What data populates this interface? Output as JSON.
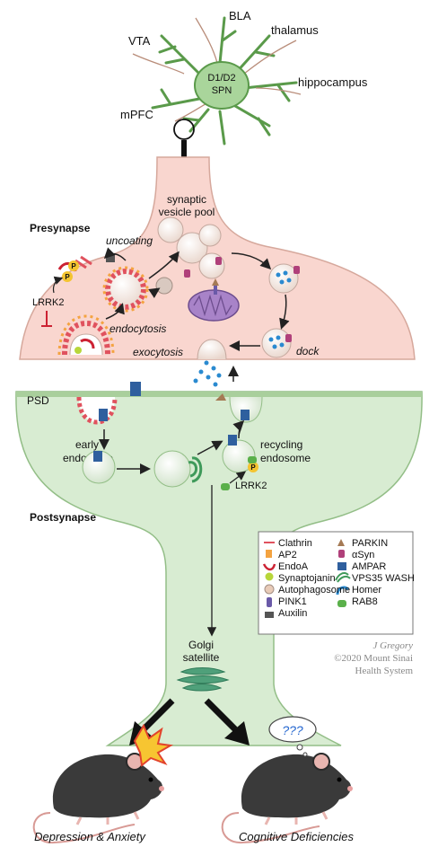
{
  "neuron": {
    "cell_label_line1": "D1/D2",
    "cell_label_line2": "SPN",
    "inputs": [
      "VTA",
      "BLA",
      "thalamus",
      "hippocampus",
      "mPFC"
    ]
  },
  "presynapse": {
    "title": "Presynapse",
    "vesicle_pool_line1": "synaptic",
    "vesicle_pool_line2": "vesicle pool",
    "uncoating": "uncoating",
    "endocytosis": "endocytosis",
    "exocytosis": "exocytosis",
    "dock": "dock",
    "lrrk2": "LRRK2",
    "phospho": "P"
  },
  "postsynapse": {
    "title": "Postsynapse",
    "psd": "PSD",
    "early_endosome_line1": "early",
    "early_endosome_line2": "endosome",
    "recycling_line1": "recycling",
    "recycling_line2": "endosome",
    "lrrk2": "LRRK2",
    "phospho": "P",
    "golgi_line1": "Golgi",
    "golgi_line2": "satellite"
  },
  "legend": {
    "items": [
      {
        "label": "Clathrin",
        "icon": "clathrin-icon",
        "color": "#e0525e"
      },
      {
        "label": "AP2",
        "icon": "ap2-icon",
        "color": "#f4a340"
      },
      {
        "label": "EndoA",
        "icon": "endoa-icon",
        "color": "#cc2233"
      },
      {
        "label": "Synaptojanin",
        "icon": "synaptojanin-icon",
        "color": "#b8d63a"
      },
      {
        "label": "Autophagosome",
        "icon": "autophagosome-icon",
        "color": "#e8cbb8"
      },
      {
        "label": "PINK1",
        "icon": "pink1-icon",
        "color": "#6a5aa8"
      },
      {
        "label": "Auxilin",
        "icon": "auxilin-icon",
        "color": "#555555"
      },
      {
        "label": "PARKIN",
        "icon": "parkin-icon",
        "color": "#a57a55"
      },
      {
        "label": "αSyn",
        "icon": "asyn-icon",
        "color": "#b0407a"
      },
      {
        "label": "AMPAR",
        "icon": "ampar-icon",
        "color": "#2f5f9e"
      },
      {
        "label": "VPS35 WASH",
        "icon": "vps35-icon",
        "color": "#3f9a5a"
      },
      {
        "label": "Homer",
        "icon": "homer-icon",
        "color": "#2a8ad0"
      },
      {
        "label": "RAB8",
        "icon": "rab8-icon",
        "color": "#5ab04a"
      }
    ]
  },
  "credit": {
    "artist": "J Gregory",
    "line1": "©2020 Mount Sinai",
    "line2": "Health System"
  },
  "outcomes": {
    "left": "Depression & Anxiety",
    "right": "Cognitive Deficiencies",
    "thought": "???"
  },
  "colors": {
    "presynapse_fill": "#f9d6cf",
    "postsynapse_fill": "#d8ecd2",
    "neuron_fill": "#a9d59b",
    "vesicle_fill": "#f5ece6",
    "mouse_fill": "#3a3a3a"
  }
}
